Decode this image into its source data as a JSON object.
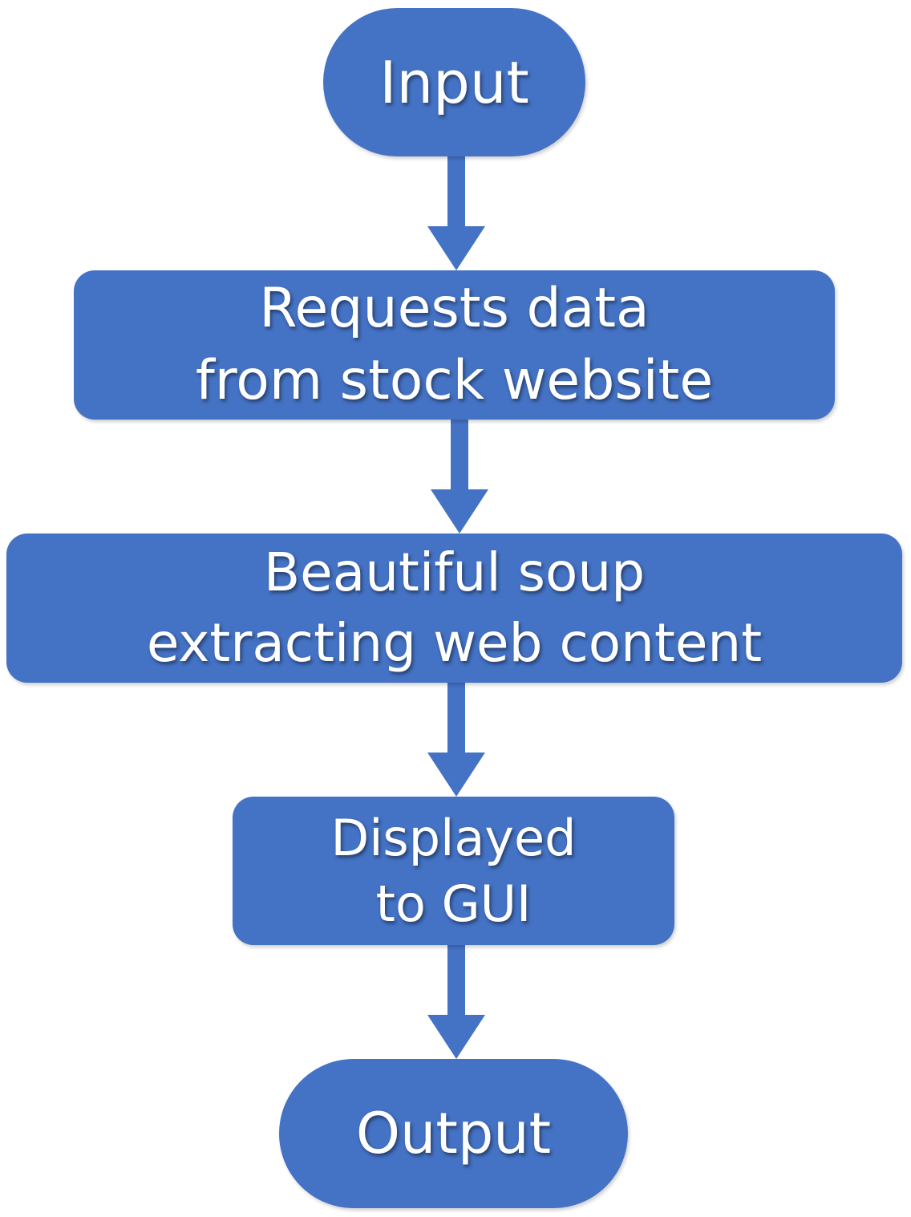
{
  "diagram": {
    "colors": {
      "node_fill": "#4472C4",
      "node_text": "#FFFFFF",
      "arrow": "#4472C4"
    },
    "nodes": [
      {
        "id": "input",
        "shape": "terminal",
        "lines": [
          "Input"
        ]
      },
      {
        "id": "request",
        "shape": "process",
        "lines": [
          "Requests data",
          "from stock website"
        ]
      },
      {
        "id": "soup",
        "shape": "process",
        "lines": [
          "Beautiful soup",
          "extracting web content"
        ]
      },
      {
        "id": "display",
        "shape": "process",
        "lines": [
          "Displayed",
          "to GUI"
        ]
      },
      {
        "id": "output",
        "shape": "terminal",
        "lines": [
          "Output"
        ]
      }
    ],
    "edges": [
      {
        "from": "input",
        "to": "request"
      },
      {
        "from": "request",
        "to": "soup"
      },
      {
        "from": "soup",
        "to": "display"
      },
      {
        "from": "display",
        "to": "output"
      }
    ]
  }
}
